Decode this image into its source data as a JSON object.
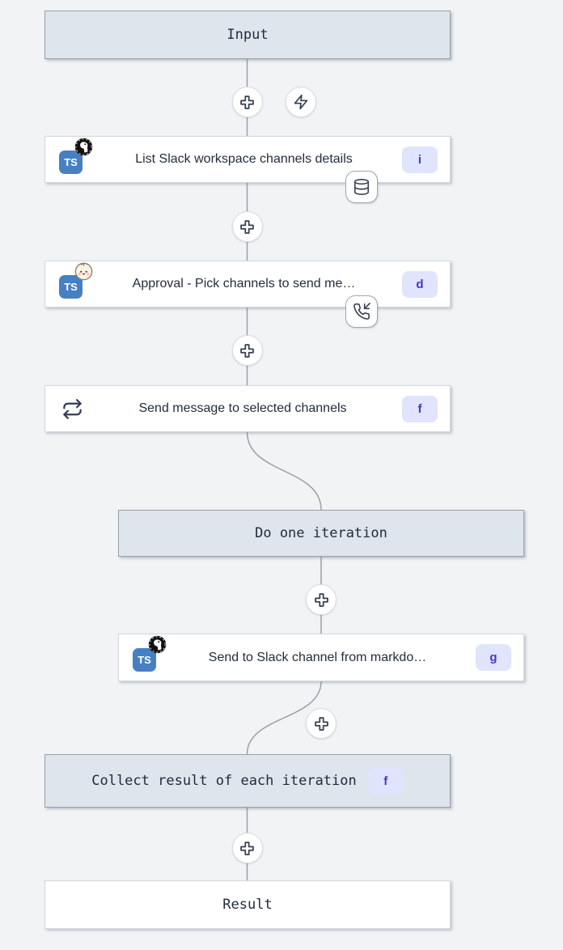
{
  "flow": {
    "input": {
      "label": "Input"
    },
    "iteration": {
      "label": "Do one iteration"
    },
    "collect": {
      "label": "Collect result of each iteration",
      "id_badge": "f"
    },
    "result": {
      "label": "Result"
    },
    "steps": [
      {
        "id_badge": "i",
        "title": "List Slack workspace channels details",
        "lang": "TS",
        "runtime": "deno",
        "attachment": "database"
      },
      {
        "id_badge": "d",
        "title": "Approval - Pick channels to send me…",
        "lang": "TS",
        "runtime": "bun",
        "attachment": "phone-incoming"
      },
      {
        "id_badge": "f",
        "title": "Send message to selected channels",
        "icon": "repeat"
      },
      {
        "id_badge": "g",
        "title": "Send to Slack channel from markdo…",
        "lang": "TS",
        "runtime": "deno"
      }
    ]
  },
  "colors": {
    "canvas_bg": "#f1f3f5",
    "accent_box_bg": "#dee5ed",
    "accent_box_border": "#99a1ac",
    "node_border": "#d3d7dd",
    "edge_line": "#9aa0a8",
    "badge_bg": "#e0e4fc",
    "badge_text": "#4338ca",
    "ts_blue": "#4680c2",
    "icon_stroke": "#3c4555"
  }
}
